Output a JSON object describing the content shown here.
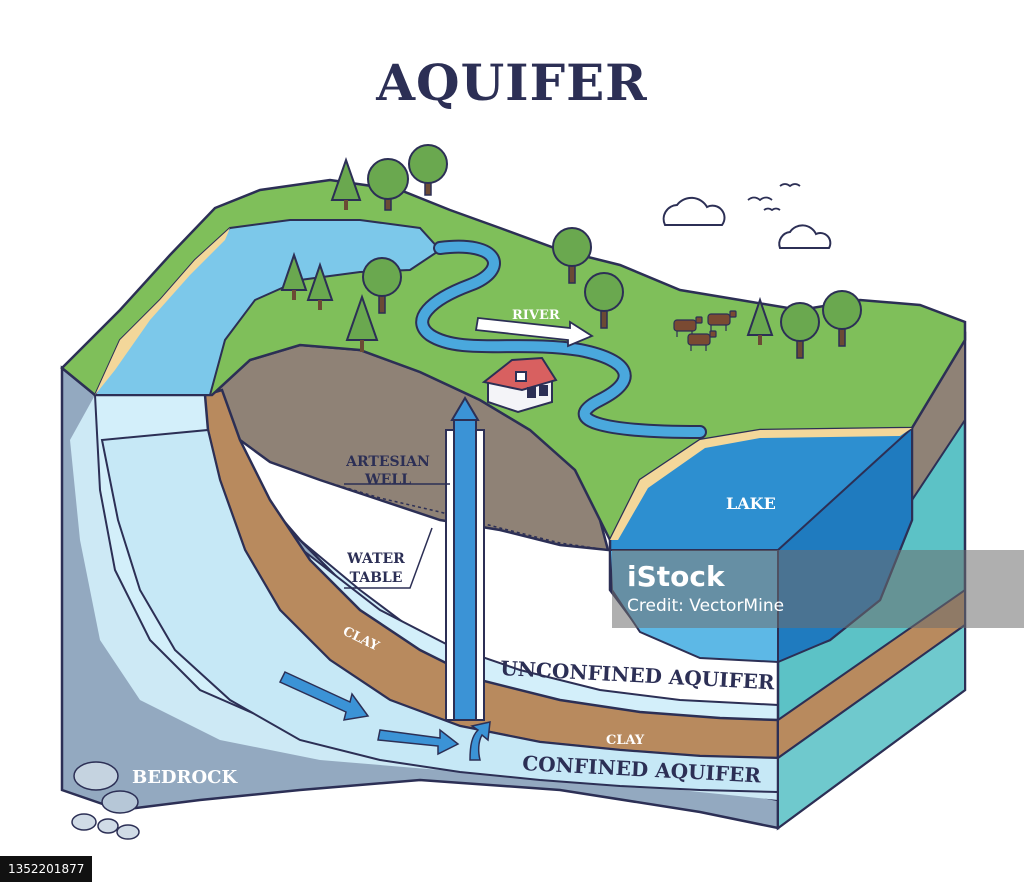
{
  "title": "AQUIFER",
  "labels": {
    "river": "RIVER",
    "lake": "LAKE",
    "artesian_well_line1": "ARTESIAN",
    "artesian_well_line2": "WELL",
    "water_table_line1": "WATER",
    "water_table_line2": "TABLE",
    "clay_upper": "CLAY",
    "clay_lower": "CLAY",
    "unconfined_aquifer": "UNCONFINED AQUIFER",
    "confined_aquifer": "CONFINED AQUIFER",
    "bedrock": "BEDROCK"
  },
  "watermark": {
    "logo": "iStock",
    "credit": "Credit: VectorMine"
  },
  "image_id": "1352201877",
  "colors": {
    "grass": "#7fbf5a",
    "water": "#7cc8ea",
    "aquifer": "#d3effa",
    "clay": "#b88a5e",
    "soil": "#8f8276",
    "bedrock": "#93a9c0",
    "outline": "#2c2f55"
  }
}
